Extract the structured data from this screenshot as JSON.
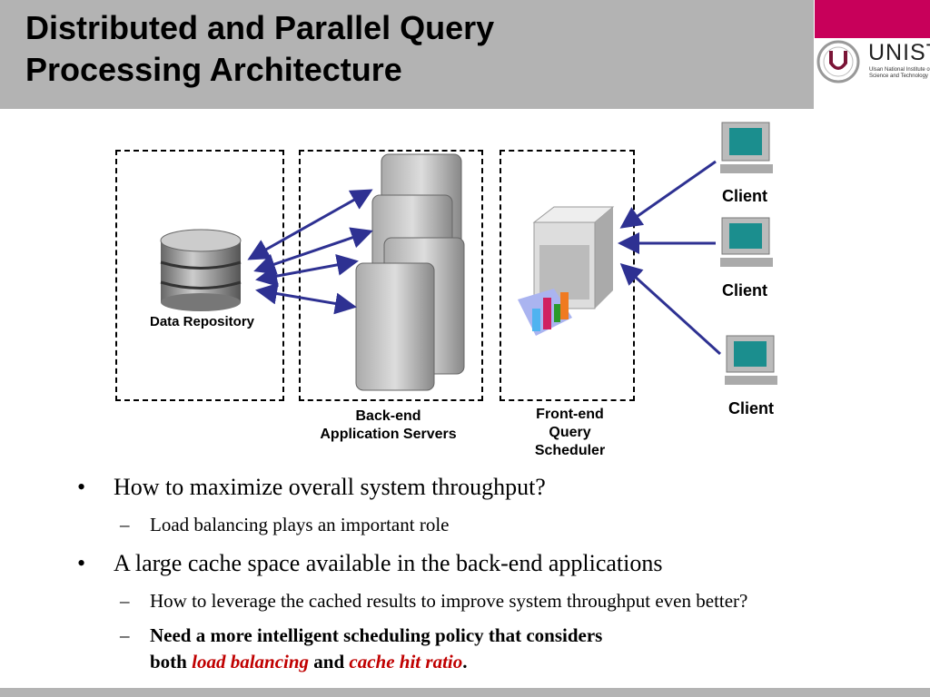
{
  "slide": {
    "title_line1": "Distributed and Parallel Query",
    "title_line2": "Processing Architecture"
  },
  "logo": {
    "name": "UNIST",
    "subtitle": "Ulsan National Institute of Science and Technology"
  },
  "diagram": {
    "data_repository": "Data Repository",
    "backend_line1": "Back-end",
    "backend_line2": "Application Servers",
    "frontend_line1": "Front-end",
    "frontend_line2": "Query",
    "frontend_line3": "Scheduler",
    "clients": [
      "Client",
      "Client",
      "Client"
    ],
    "arrow_color": "#2e3192"
  },
  "bullets": [
    {
      "text": "How to maximize overall system throughput?",
      "sub": [
        "Load balancing plays an important role"
      ]
    },
    {
      "text": "A large cache space available in the back-end applications",
      "sub": [
        "How to leverage the cached results to improve system throughput even better?"
      ]
    }
  ],
  "final_sub": {
    "line1": "Need a more intelligent scheduling policy that considers",
    "pre": "both ",
    "em1": "load balancing",
    "mid": " and ",
    "em2": "cache hit ratio",
    "end": "."
  },
  "colors": {
    "header": "#b3b3b3",
    "accent": "#c8005a",
    "emphasis": "#c00000"
  }
}
